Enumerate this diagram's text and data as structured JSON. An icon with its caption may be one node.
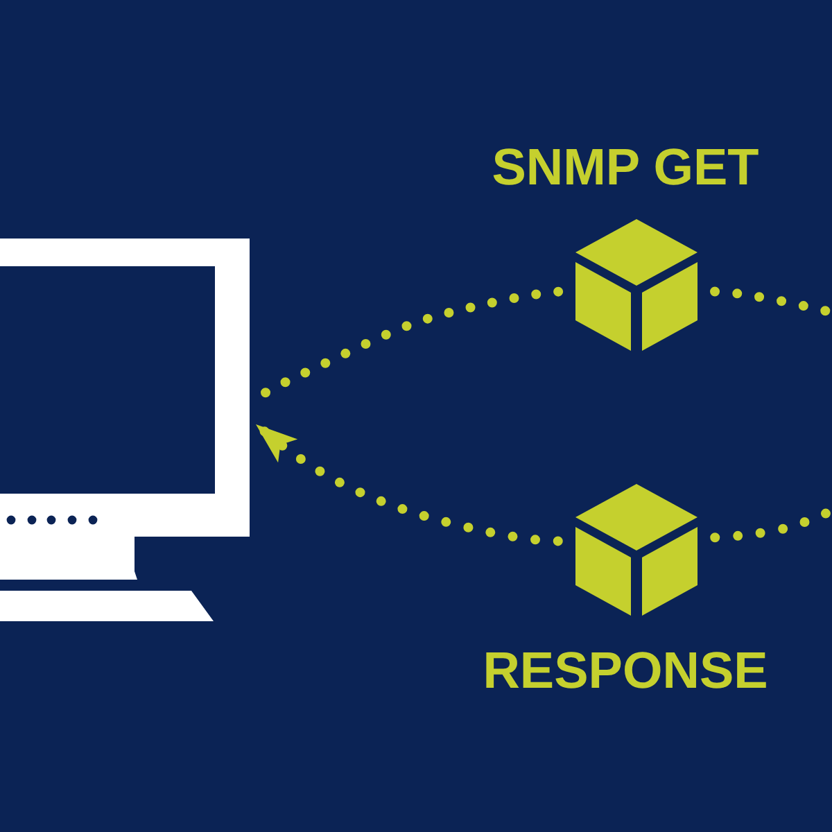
{
  "diagram": {
    "nodes": [
      {
        "text": [],
        "shape": "picture"
      },
      {
        "text": [],
        "shape": "cube",
        "beside": [
          "SNMP GET"
        ]
      },
      {
        "text": [],
        "shape": "cube",
        "beside": [
          "RESPONSE"
        ]
      }
    ],
    "edges": [
      {
        "from": 0,
        "to": 1,
        "arrow": "none"
      },
      {
        "from": 1,
        "to": null,
        "arrow": "none"
      },
      {
        "from": null,
        "to": 2,
        "arrow": "none"
      },
      {
        "from": 2,
        "to": 0,
        "arrow": "to"
      }
    ]
  }
}
